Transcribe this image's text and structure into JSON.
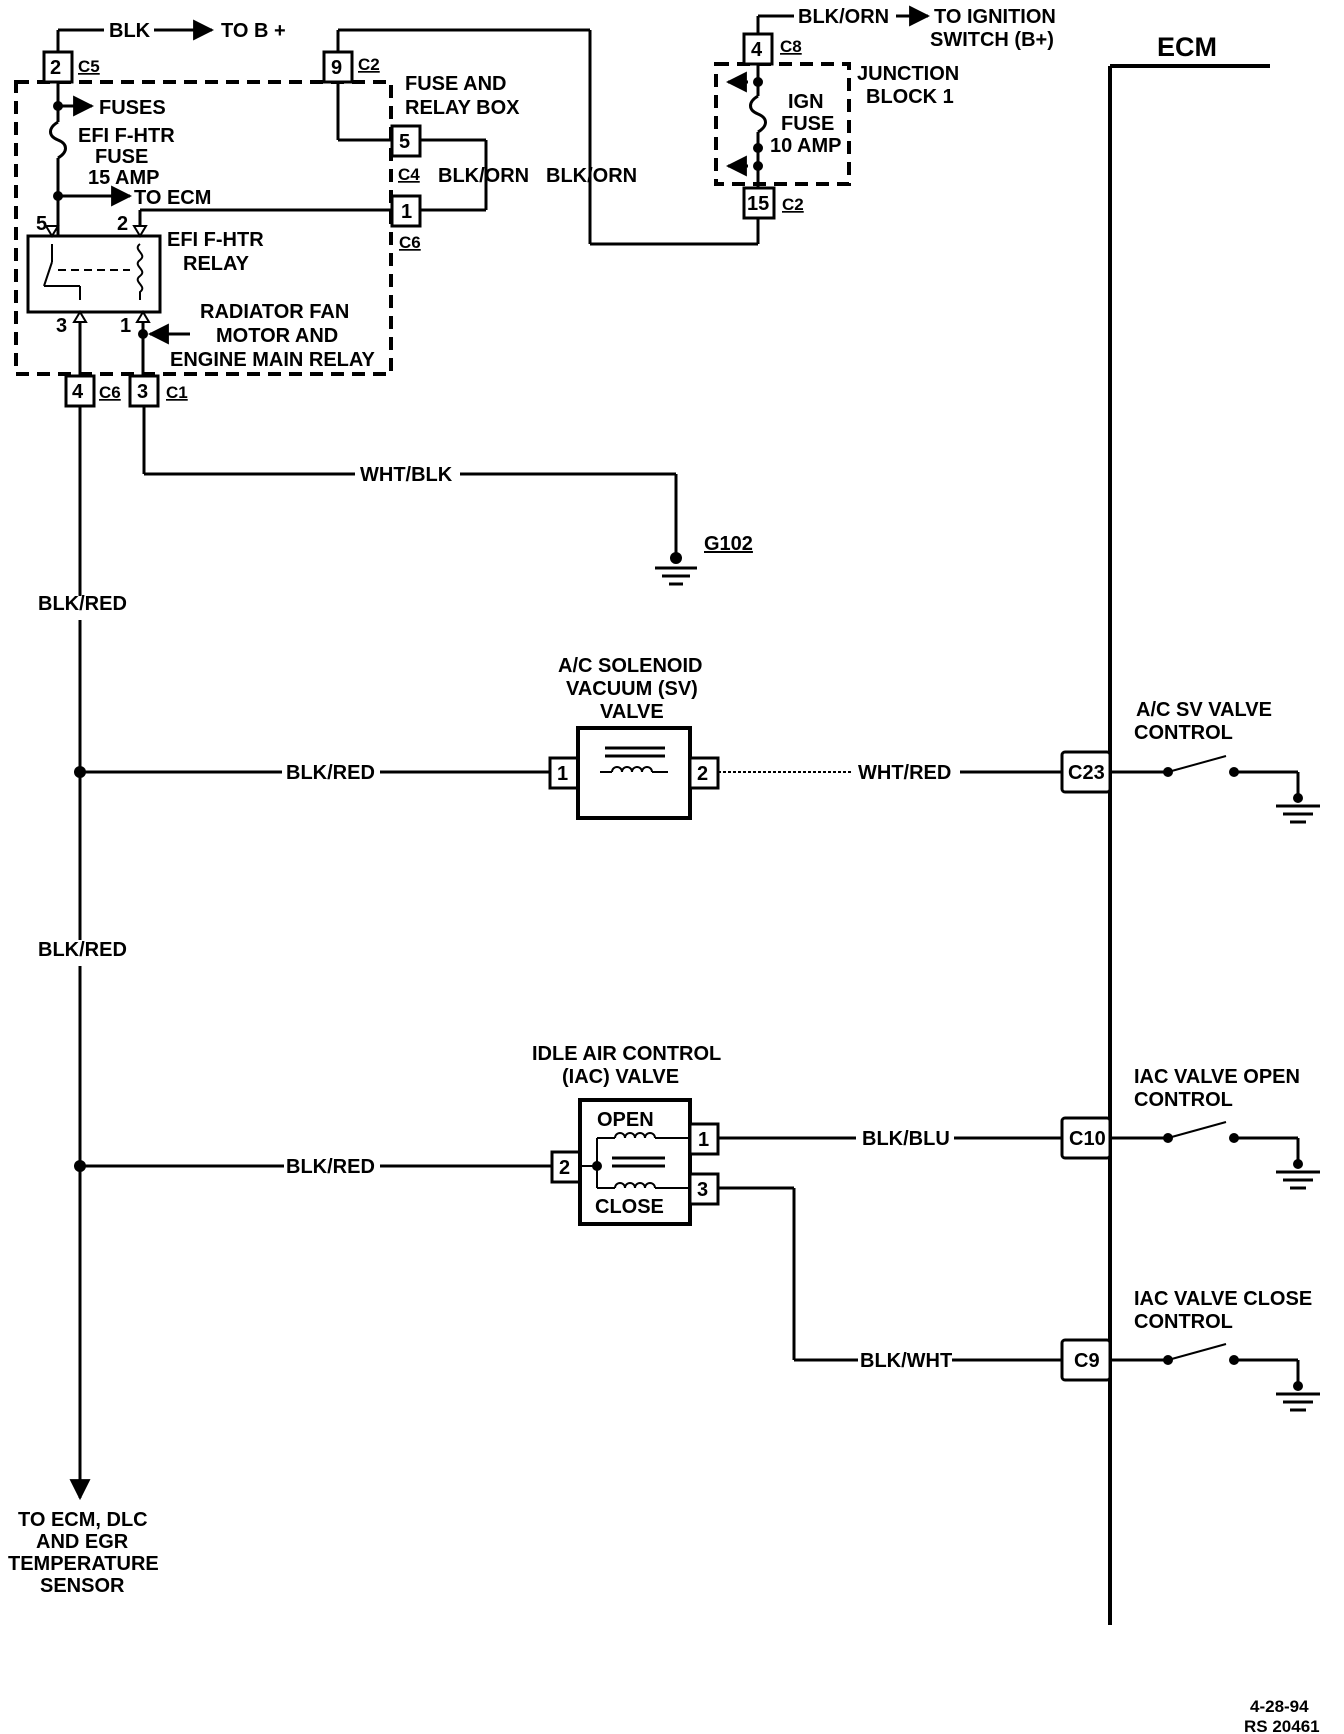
{
  "ecm": {
    "title": "ECM"
  },
  "top_left": {
    "wire_blk": "BLK",
    "to_b_plus": "TO B +",
    "connector_top": {
      "pin": "2",
      "name": "C5"
    },
    "fuses": "FUSES",
    "fuse_label_1": "EFI F-HTR",
    "fuse_label_2": "FUSE",
    "fuse_label_3": "15 AMP",
    "to_ecm": "TO ECM",
    "relay_pin5": "5",
    "relay_pin2": "2",
    "relay_pin3": "3",
    "relay_pin1": "1",
    "relay_label_1": "EFI F-HTR",
    "relay_label_2": "RELAY",
    "main_relay_1": "RADIATOR FAN",
    "main_relay_2": "MOTOR AND",
    "main_relay_3": "ENGINE MAIN RELAY",
    "box_title_1": "FUSE AND",
    "box_title_2": "RELAY BOX",
    "conn_c2": {
      "pin": "9",
      "name": "C2"
    },
    "conn_c4": {
      "pin": "5",
      "name": "C4"
    },
    "conn_c6_top": {
      "pin": "1",
      "name": "C6"
    },
    "blk_orn_short": "BLK/ORN",
    "conn_bottom_left": {
      "pin": "4",
      "name": "C6"
    },
    "conn_bottom_right": {
      "pin": "3",
      "name": "C1"
    }
  },
  "junction_block": {
    "wire_top": "BLK/ORN",
    "to_ignition_1": "TO IGNITION",
    "to_ignition_2": "SWITCH (B+)",
    "conn_top": {
      "pin": "4",
      "name": "C8"
    },
    "title_1": "JUNCTION",
    "title_2": "BLOCK 1",
    "fuse_1": "IGN",
    "fuse_2": "FUSE",
    "fuse_3": "10 AMP",
    "conn_bottom": {
      "pin": "15",
      "name": "C2"
    },
    "wire_long": "BLK/ORN"
  },
  "ground": {
    "wire": "WHT/BLK",
    "name": "G102"
  },
  "left_bus": {
    "wire_label_1": "BLK/RED",
    "wire_label_2": "BLK/RED",
    "destination_1": "TO ECM, DLC",
    "destination_2": "AND EGR",
    "destination_3": "TEMPERATURE",
    "destination_4": "SENSOR"
  },
  "ac_valve": {
    "title_1": "A/C SOLENOID",
    "title_2": "VACUUM (SV)",
    "title_3": "VALVE",
    "wire_in": "BLK/RED",
    "pin_in": "1",
    "pin_out": "2",
    "wire_out": "WHT/RED",
    "ecm_pin": "C23",
    "control_1": "A/C SV VALVE",
    "control_2": "CONTROL"
  },
  "iac_valve": {
    "title_1": "IDLE AIR CONTROL",
    "title_2": "(IAC) VALVE",
    "open": "OPEN",
    "close": "CLOSE",
    "wire_in": "BLK/RED",
    "pin_in": "2",
    "pin_open": "1",
    "pin_close": "3",
    "wire_open": "BLK/BLU",
    "wire_close": "BLK/WHT",
    "ecm_pin_open": "C10",
    "ecm_pin_close": "C9",
    "open_control_1": "IAC VALVE OPEN",
    "open_control_2": "CONTROL",
    "close_control_1": "IAC VALVE CLOSE",
    "close_control_2": "CONTROL"
  },
  "footer": {
    "date": "4-28-94",
    "code": "RS 20461"
  }
}
